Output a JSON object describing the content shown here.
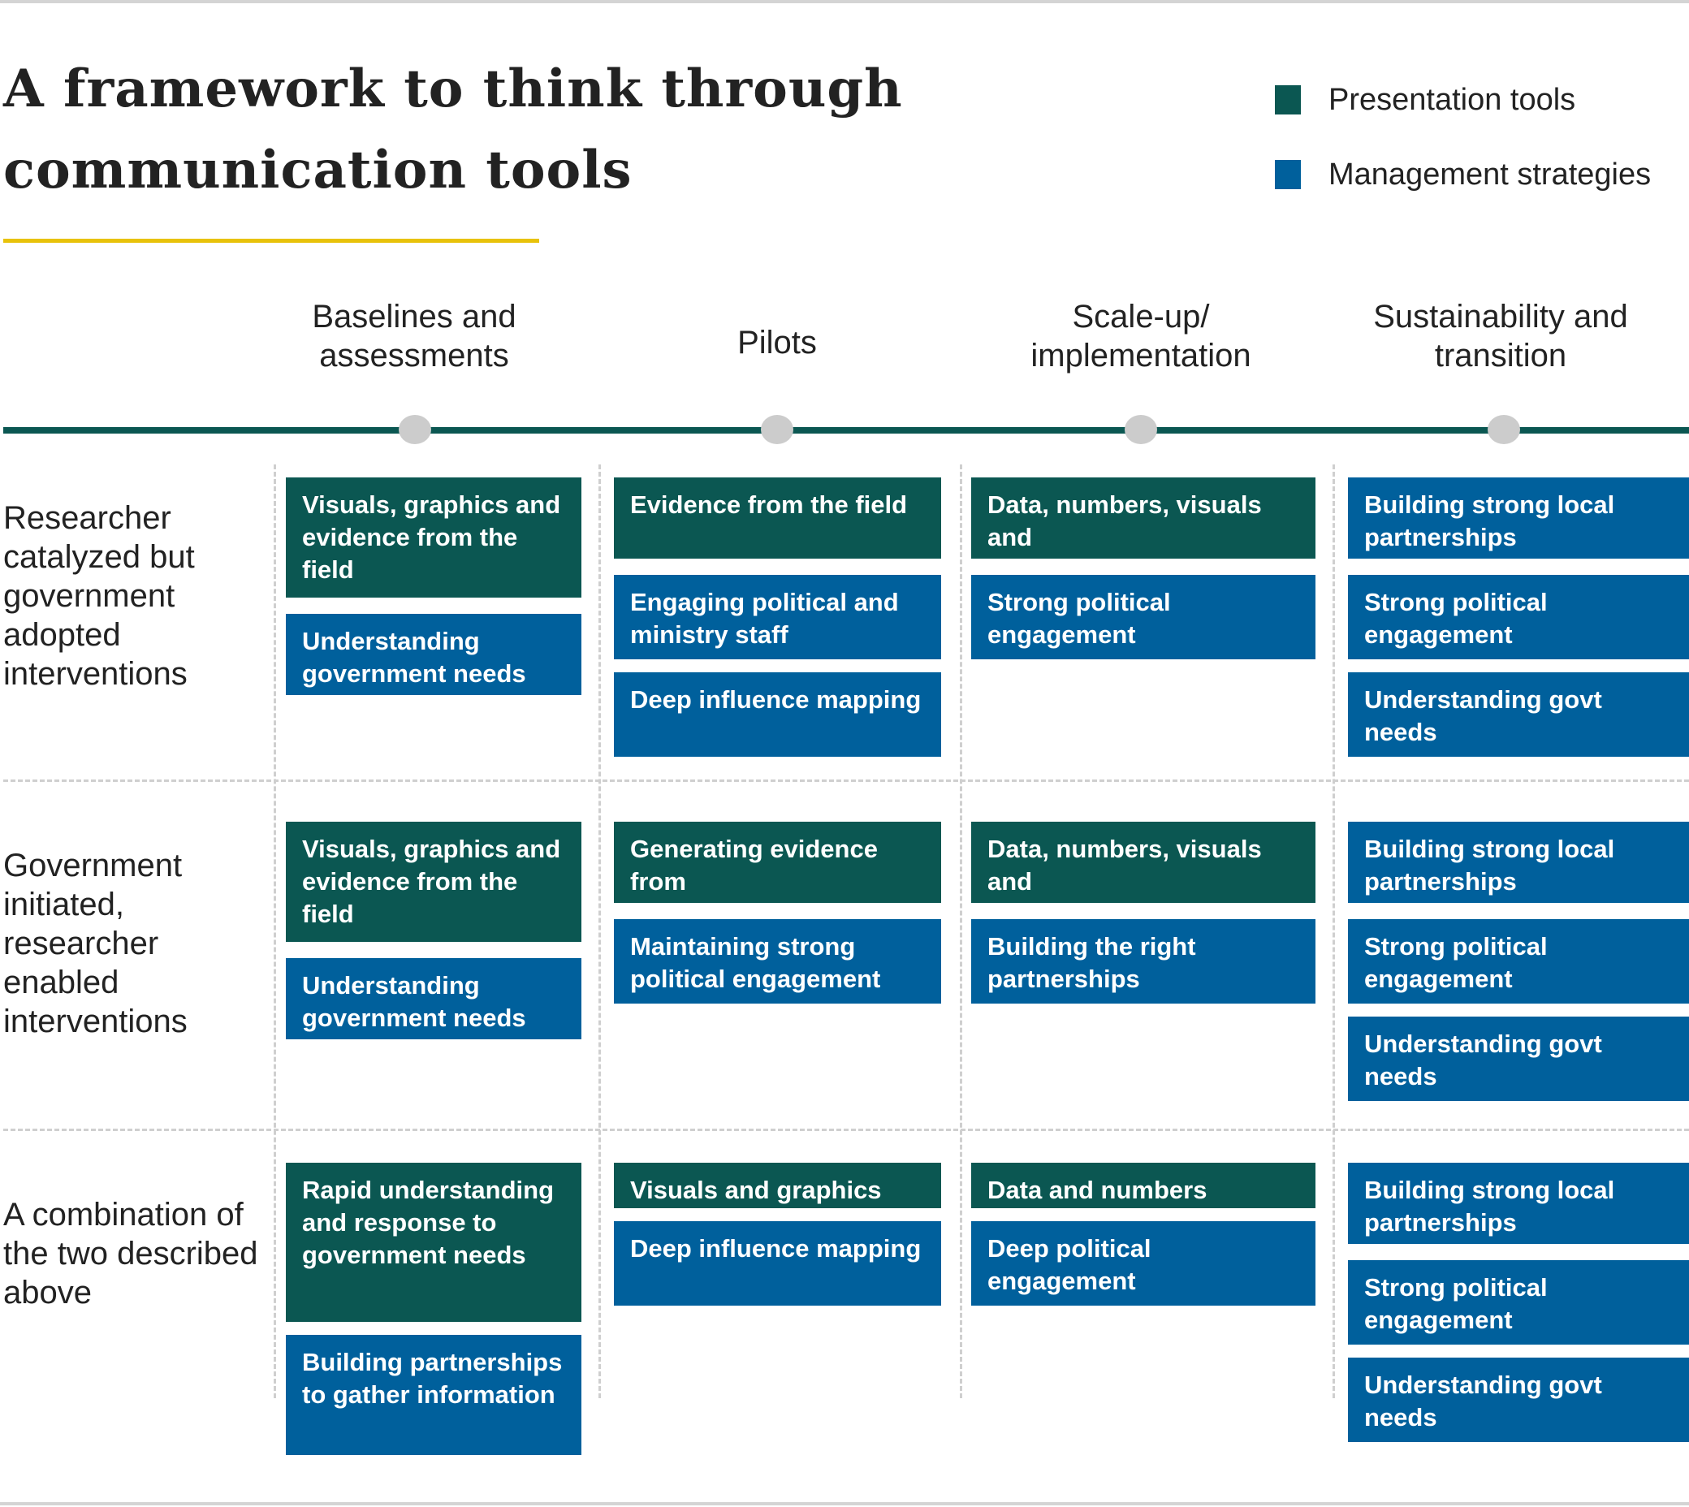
{
  "title": "A framework to think through\ncommunication tools",
  "legend": [
    {
      "label": "Presentation tools",
      "color": "#0b5752"
    },
    {
      "label": "Management strategies",
      "color": "#00609c"
    }
  ],
  "colors": {
    "presentation": "#0b5752",
    "management": "#00609c",
    "accent": "#e8c20a",
    "timeline": "#0b5752"
  },
  "phases": [
    "Baselines and\nassessments",
    "Pilots",
    "Scale-up/\nimplementation",
    "Sustainability and\ntransition"
  ],
  "rows": [
    {
      "label": "Researcher\ncatalyzed but\ngovernment\nadopted\ninterventions",
      "columns": [
        [
          {
            "text": "Visuals, graphics and\nevidence from the field",
            "kind": "presentation"
          },
          {
            "text": "Understanding\ngovernment needs",
            "kind": "management"
          }
        ],
        [
          {
            "text": "Evidence from the field",
            "kind": "presentation"
          },
          {
            "text": "Engaging political and\nministry staff",
            "kind": "management"
          },
          {
            "text": "Deep influence mapping",
            "kind": "management"
          }
        ],
        [
          {
            "text": "Data, numbers, visuals and\ngraphics",
            "kind": "presentation"
          },
          {
            "text": "Strong political\nengagement",
            "kind": "management"
          }
        ],
        [
          {
            "text": "Building strong local\npartnerships",
            "kind": "management"
          },
          {
            "text": "Strong political\nengagement",
            "kind": "management"
          },
          {
            "text": "Understanding govt needs",
            "kind": "management"
          }
        ]
      ]
    },
    {
      "label": "Government\ninitiated,\nresearcher\nenabled\ninterventions",
      "columns": [
        [
          {
            "text": "Visuals, graphics and\nevidence from the field",
            "kind": "presentation"
          },
          {
            "text": "Understanding\ngovernment needs",
            "kind": "management"
          }
        ],
        [
          {
            "text": "Generating evidence from\nthe field",
            "kind": "presentation"
          },
          {
            "text": "Maintaining strong\npolitical engagement",
            "kind": "management"
          }
        ],
        [
          {
            "text": "Data, numbers, visuals and\ngraphics",
            "kind": "presentation"
          },
          {
            "text": "Building the right\npartnerships",
            "kind": "management"
          }
        ],
        [
          {
            "text": "Building strong local\npartnerships",
            "kind": "management"
          },
          {
            "text": "Strong political\nengagement",
            "kind": "management"
          },
          {
            "text": "Understanding govt needs",
            "kind": "management"
          }
        ]
      ]
    },
    {
      "label": "A combination of\nthe two described\nabove",
      "columns": [
        [
          {
            "text": "Rapid understanding\nand response to\ngovernment needs",
            "kind": "presentation"
          },
          {
            "text": "Building partnerships\nto gather information",
            "kind": "management"
          }
        ],
        [
          {
            "text": "Visuals and graphics",
            "kind": "presentation"
          },
          {
            "text": "Deep influence mapping",
            "kind": "management"
          }
        ],
        [
          {
            "text": "Data and numbers",
            "kind": "presentation"
          },
          {
            "text": "Deep political engagement",
            "kind": "management"
          }
        ],
        [
          {
            "text": "Building strong local\npartnerships",
            "kind": "management"
          },
          {
            "text": "Strong political\nengagement",
            "kind": "management"
          },
          {
            "text": "Understanding govt needs",
            "kind": "management"
          }
        ]
      ]
    }
  ]
}
